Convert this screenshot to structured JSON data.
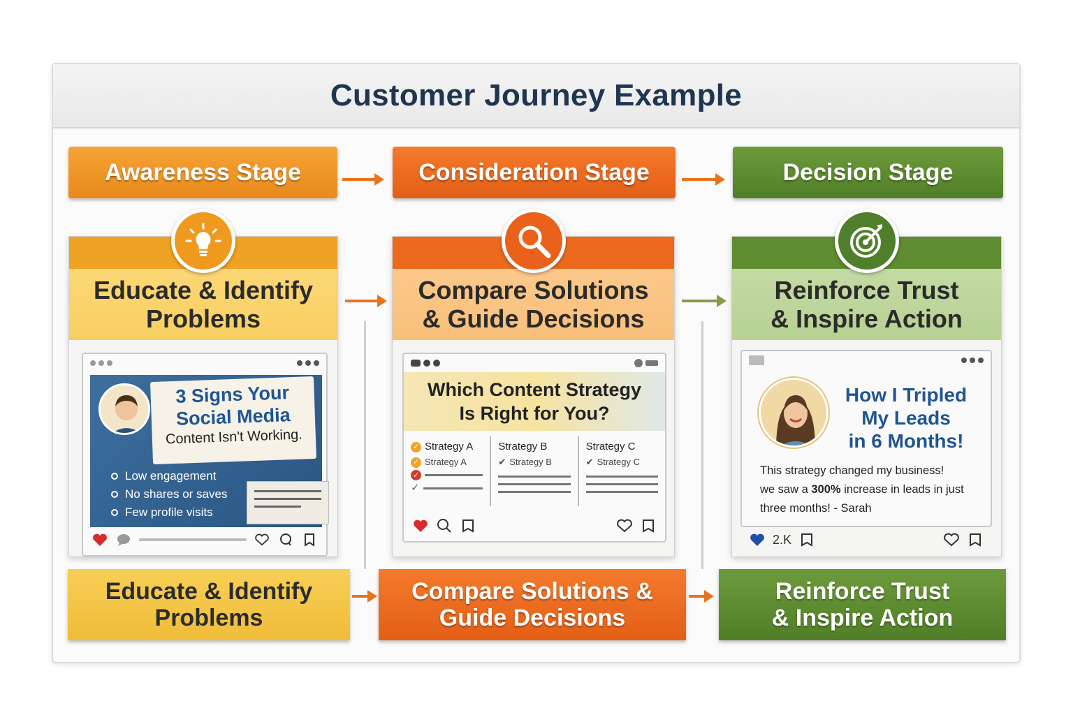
{
  "title": "Customer Journey Example",
  "stages": [
    {
      "label": "Awareness Stage",
      "color": "#ec8e1f"
    },
    {
      "label": "Consideration Stage",
      "color": "#e6631a"
    },
    {
      "label": "Decision Stage",
      "color": "#5a882e"
    }
  ],
  "cards": {
    "awareness": {
      "icon": "lightbulb-icon",
      "title_line1": "Educate & Identify",
      "title_line2": "Problems",
      "post": {
        "headline_line1": "3 Signs Your",
        "headline_line2": "Social Media",
        "headline_line3": "Content Isn't Working.",
        "bullets": [
          "Low engagement",
          "No shares or saves",
          "Few profile visits"
        ]
      }
    },
    "consideration": {
      "icon": "magnifier-icon",
      "title_line1": "Compare Solutions",
      "title_line2": "& Guide Decisions",
      "post": {
        "headline_line1": "Which Content Strategy",
        "headline_line2": "Is Right for You?",
        "columns": [
          {
            "head": "Strategy A",
            "sub": "Strategy A"
          },
          {
            "head": "Strategy B",
            "sub": "Strategy B"
          },
          {
            "head": "Strategy C",
            "sub": "Strategy C"
          }
        ]
      }
    },
    "decision": {
      "icon": "target-icon",
      "title_line1": "Reinforce Trust",
      "title_line2": "& Inspire Action",
      "post": {
        "headline_line1": "How I Tripled",
        "headline_line2": "My Leads",
        "headline_line3": "in 6 Months!",
        "quote_line1": "This strategy changed my business!",
        "quote_pre": "we saw a ",
        "quote_bold": "300%",
        "quote_post": " increase in leads in just",
        "quote_line3": "three months! - Sarah",
        "likes": "2.K"
      }
    }
  },
  "bottom": [
    {
      "line1": "Educate & Identify",
      "line2": "Problems"
    },
    {
      "line1": "Compare Solutions &",
      "line2": "Guide Decisions"
    },
    {
      "line1": "Reinforce Trust",
      "line2": "& Inspire Action"
    }
  ]
}
